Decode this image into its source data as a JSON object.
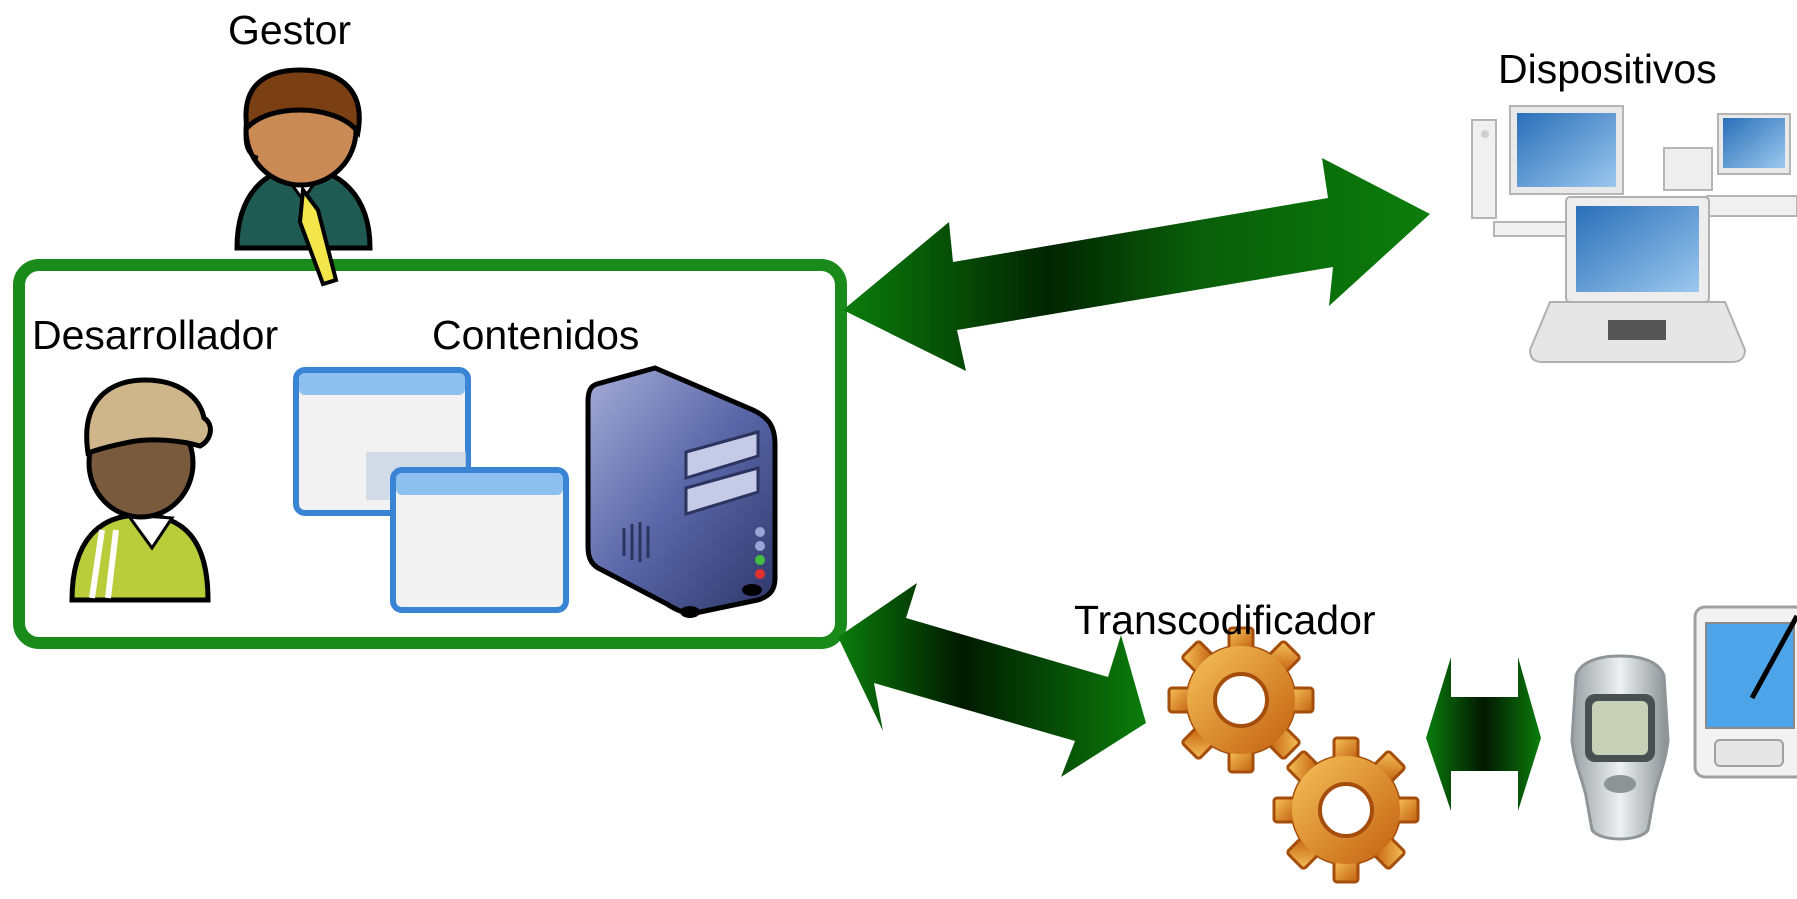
{
  "labels": {
    "gestor": "Gestor",
    "desarrollador": "Desarrollador",
    "contenidos": "Contenidos",
    "dispositivos": "Dispositivos",
    "transcodificador": "Transcodificador"
  },
  "colors": {
    "box_border": "#1a8a1a",
    "arrow_dark": "#001a00",
    "arrow_green": "#0b7d0b",
    "gear": "#e08a1e",
    "server": "#3f4f8a",
    "window_blue": "#3a84d6"
  },
  "icons": {
    "gestor": "manager-person-icon",
    "desarrollador": "developer-person-icon",
    "contenidos_windows": "content-windows-icon",
    "server": "server-icon",
    "devices": "desktop-computers-icon",
    "laptop": "laptop-icon",
    "gears": "gears-icon",
    "phone": "mobile-phone-icon",
    "pda": "pda-icon"
  }
}
